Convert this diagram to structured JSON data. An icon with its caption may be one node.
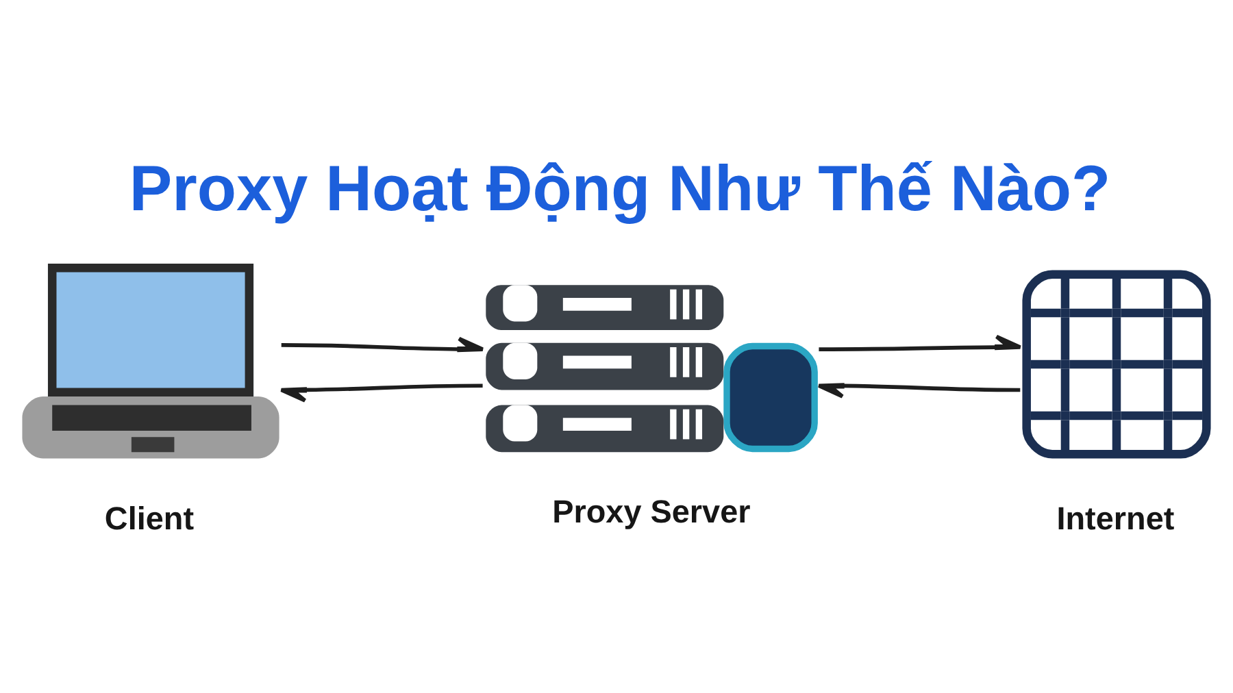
{
  "diagram": {
    "title": "Proxy Hoạt Động Như Thế Nào?",
    "nodes": [
      {
        "text": [
          "Client"
        ]
      },
      {
        "text": [
          "Proxy Server"
        ]
      },
      {
        "text": [
          "Internet"
        ]
      }
    ],
    "edges": [
      {
        "from": 0,
        "to": 1,
        "arrow": "to"
      },
      {
        "from": 1,
        "to": 0,
        "arrow": "to"
      },
      {
        "from": 1,
        "to": 2,
        "arrow": "to"
      },
      {
        "from": 2,
        "to": 1,
        "arrow": "to"
      }
    ]
  }
}
